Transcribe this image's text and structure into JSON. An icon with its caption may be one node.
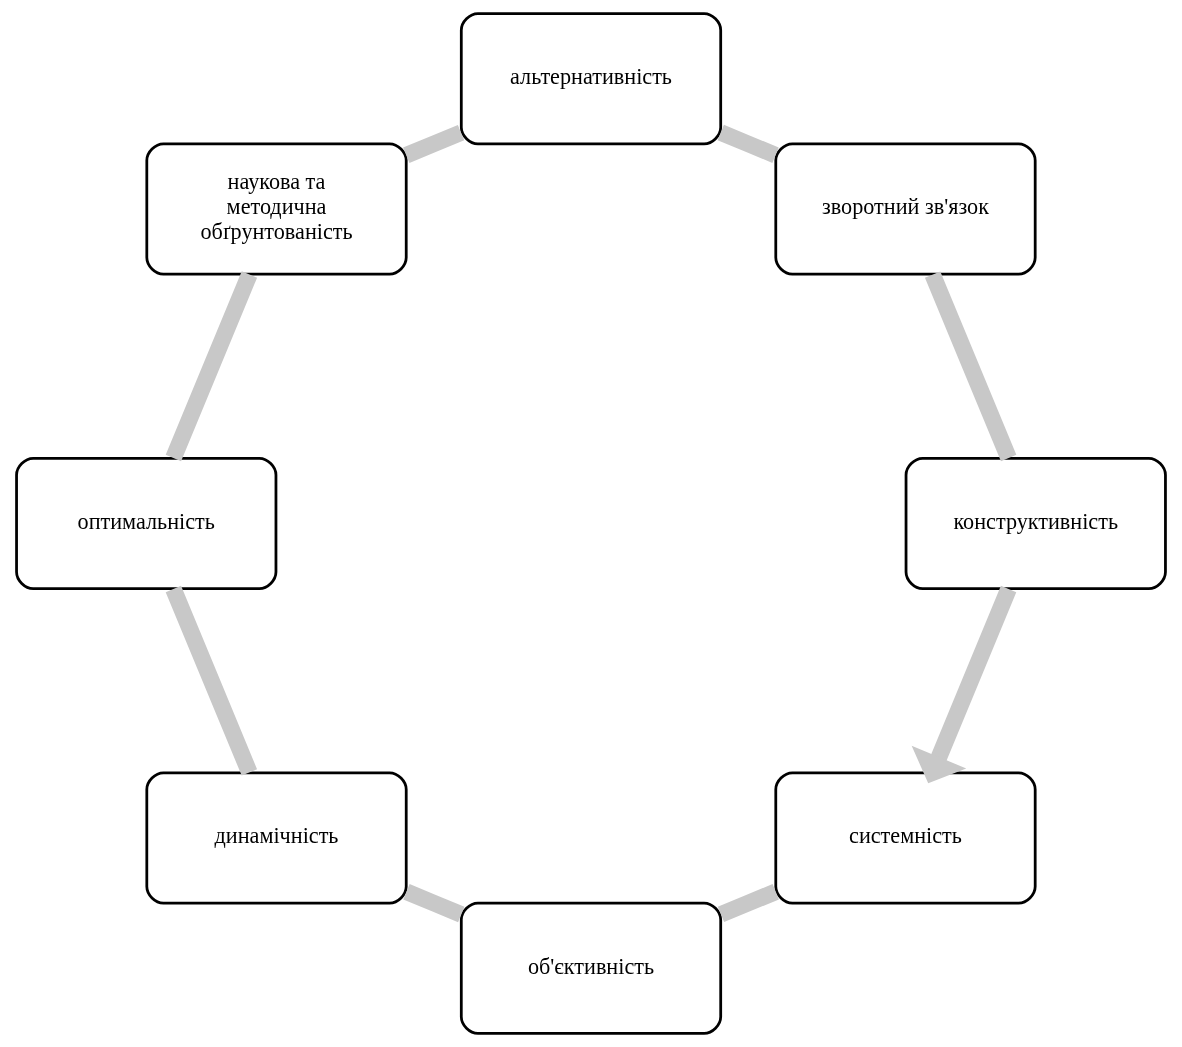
{
  "diagram": {
    "nodes": [
      {
        "text": [
          "системність"
        ]
      },
      {
        "text": [
          "об'єктивність"
        ]
      },
      {
        "text": [
          "динамічність"
        ]
      },
      {
        "text": [
          "оптимальність"
        ]
      },
      {
        "text": [
          "наукова та методична обґрунтованість"
        ]
      },
      {
        "text": [
          "альтернативність"
        ]
      },
      {
        "text": [
          "зворотний зв'язок"
        ]
      },
      {
        "text": [
          "конструктивність"
        ]
      }
    ],
    "edges": [
      {
        "from": 0,
        "to": 1,
        "arrow": "none"
      },
      {
        "from": 1,
        "to": 2,
        "arrow": "none"
      },
      {
        "from": 2,
        "to": 3,
        "arrow": "none"
      },
      {
        "from": 3,
        "to": 4,
        "arrow": "none"
      },
      {
        "from": 4,
        "to": 5,
        "arrow": "none"
      },
      {
        "from": 5,
        "to": 6,
        "arrow": "none"
      },
      {
        "from": 6,
        "to": 7,
        "arrow": "none"
      },
      {
        "from": 7,
        "to": 0,
        "arrow": "to"
      }
    ]
  }
}
